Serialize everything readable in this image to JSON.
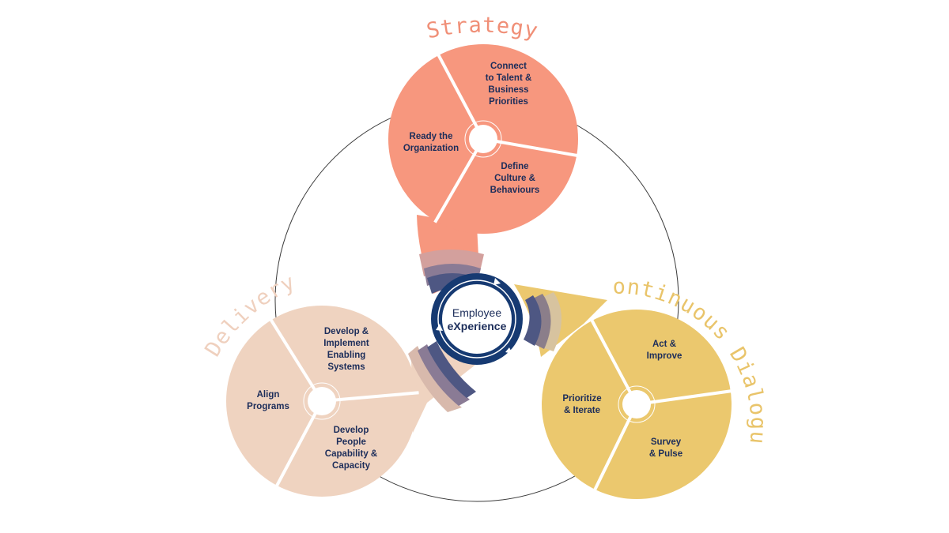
{
  "center": {
    "line1": "Employee",
    "line2": "eXperience"
  },
  "groups": {
    "strategy": {
      "title": "Strategy",
      "color": "#f7977e",
      "title_color": "#f08f77",
      "segments": [
        [
          "Connect",
          "to Talent &",
          "Business",
          "Priorities"
        ],
        [
          "Define",
          "Culture &",
          "Behaviours"
        ],
        [
          "Ready the",
          "Organization"
        ]
      ]
    },
    "delivery": {
      "title": "Delivery",
      "color": "#efd3c0",
      "title_color": "#efd0be",
      "segments": [
        [
          "Develop &",
          "Implement",
          "Enabling",
          "Systems"
        ],
        [
          "Develop",
          "People",
          "Capability &",
          "Capacity"
        ],
        [
          "Align",
          "Programs"
        ]
      ]
    },
    "dialogue": {
      "title": "Continuous Dialogue",
      "color": "#ebc86e",
      "title_color": "#e9c46a",
      "segments": [
        [
          "Act &",
          "Improve"
        ],
        [
          "Survey",
          "& Pulse"
        ],
        [
          "Prioritize",
          "& Iterate"
        ]
      ]
    }
  },
  "colors": {
    "navy": "#163a72",
    "label": "#1c2d5a",
    "ring_line": "#3a3a3a"
  }
}
